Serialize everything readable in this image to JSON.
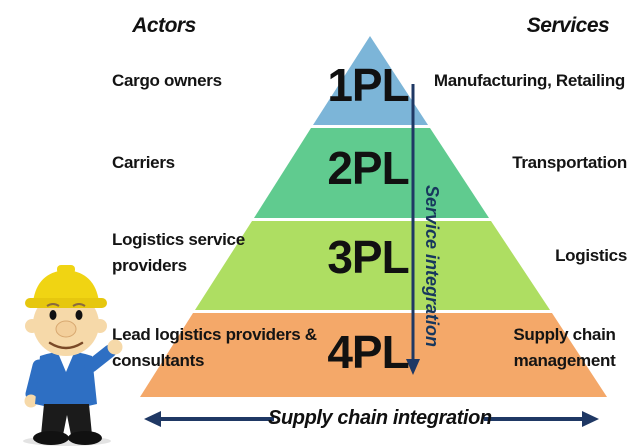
{
  "titles": {
    "actors": "Actors",
    "services": "Services"
  },
  "pyramid": {
    "levels": [
      {
        "label": "1PL",
        "actor": "Cargo owners",
        "service": "Manufacturing, Retailing",
        "color": "#7cb5d8"
      },
      {
        "label": "2PL",
        "actor": "Carriers",
        "service": "Transportation",
        "color": "#60cb8f"
      },
      {
        "label": "3PL",
        "actor": "Logistics service providers",
        "service": "Logistics",
        "color": "#aede62"
      },
      {
        "label": "4PL",
        "actor": "Lead logistics providers & consultants",
        "service": "Supply chain management",
        "color": "#f4a869"
      }
    ]
  },
  "arrows": {
    "service_integration": {
      "label": "Service integration",
      "direction": "down",
      "color": "#1f3864"
    },
    "supply_chain_integration": {
      "label": "Supply chain integration",
      "direction": "left-right",
      "color": "#1f3864"
    }
  },
  "character": {
    "name": "construction-worker-mascot",
    "hat_color": "#f0d413",
    "jacket_color": "#2e6fc3",
    "skin_color": "#f6d9a9",
    "pants_color": "#1b1b1b"
  }
}
